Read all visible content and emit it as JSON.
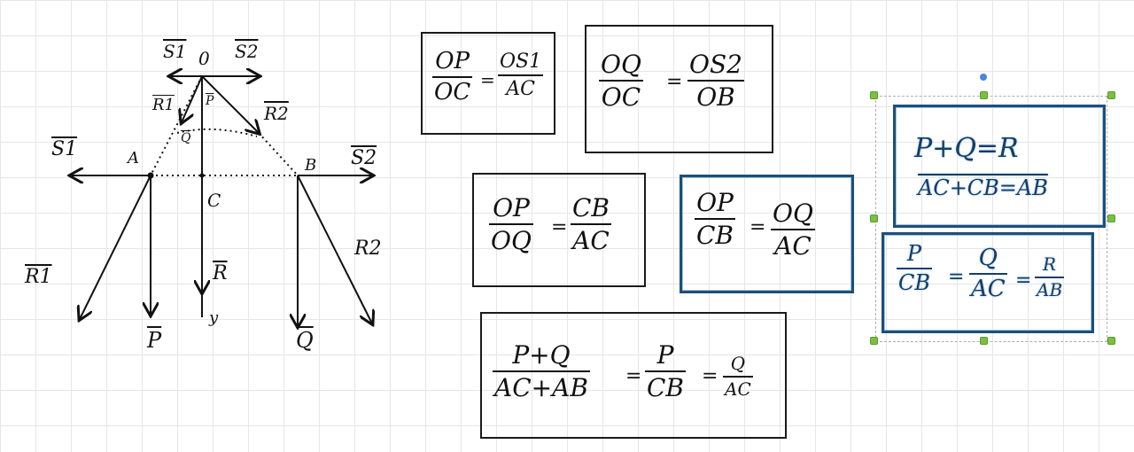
{
  "diagram": {
    "labels": {
      "s1_top": "S1",
      "O": "0",
      "s2_top": "S2",
      "R1_top": "R1",
      "P_small": "P",
      "R2_top": "R2",
      "Q_small": "Q",
      "s1_left": "S1",
      "A": "A",
      "B": "B",
      "s2_right": "S2",
      "C": "C",
      "R_down": "R",
      "y": "y",
      "R2_low": "R2",
      "R1_low": "R1",
      "P_low": "P",
      "Q_low": "Q"
    }
  },
  "boxes": {
    "box1": {
      "num1": "OP",
      "den1": "OC",
      "eq": "=",
      "num2": "OS1",
      "den2": "AC"
    },
    "box2": {
      "num1": "OQ",
      "den1": "OC",
      "eq": "=",
      "num2": "OS2",
      "den2": "OB"
    },
    "box3": {
      "num1": "OP",
      "den1": "OQ",
      "eq": "=",
      "num2": "CB",
      "den2": "AC"
    },
    "box4": {
      "num1": "OP",
      "den1": "CB",
      "eq": "=",
      "num2": "OQ",
      "den2": "AC"
    },
    "box5": {
      "num1": "P+Q",
      "den1": "AC+AB",
      "eq1": "=",
      "num2": "P",
      "den2": "CB",
      "eq2": "=",
      "num3": "Q",
      "den3": "AC"
    },
    "box6": {
      "line1": "P+Q=R",
      "line2": "AC+CB=AB"
    },
    "box7": {
      "num1": "P",
      "den1": "CB",
      "eq1": "=",
      "num2": "Q",
      "den2": "AC",
      "eq2": "=",
      "num3": "R",
      "den3": "AB"
    }
  },
  "colors": {
    "ink": "#111111",
    "highlight": "#1f4e79",
    "handle": "#7ac142",
    "rotate_handle": "#4a86d6"
  }
}
